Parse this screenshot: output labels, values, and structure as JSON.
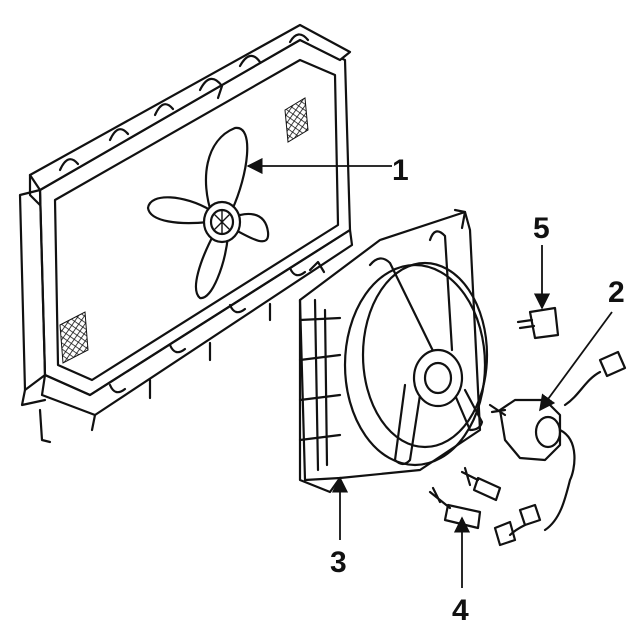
{
  "callouts": [
    {
      "number": "1",
      "part": "fan-blade"
    },
    {
      "number": "2",
      "part": "fan-motor"
    },
    {
      "number": "3",
      "part": "fan-shroud"
    },
    {
      "number": "4",
      "part": "temperature-switch"
    },
    {
      "number": "5",
      "part": "connector-relay"
    }
  ]
}
